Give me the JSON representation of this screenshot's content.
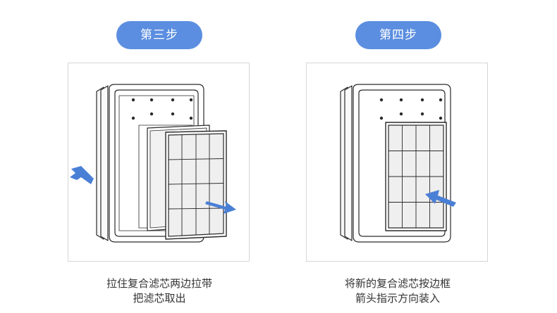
{
  "colors": {
    "accent": "#5b8ee0",
    "arrow": "#4a7fd6",
    "line": "#2a2a2a",
    "caption": "#333333"
  },
  "steps": [
    {
      "badge": "第三步",
      "caption_lines": [
        "拉住复合滤芯两边拉带",
        "把滤芯取出"
      ]
    },
    {
      "badge": "第四步",
      "caption_lines": [
        "将新的复合滤芯按边框",
        "箭头指示方向装入"
      ]
    }
  ]
}
